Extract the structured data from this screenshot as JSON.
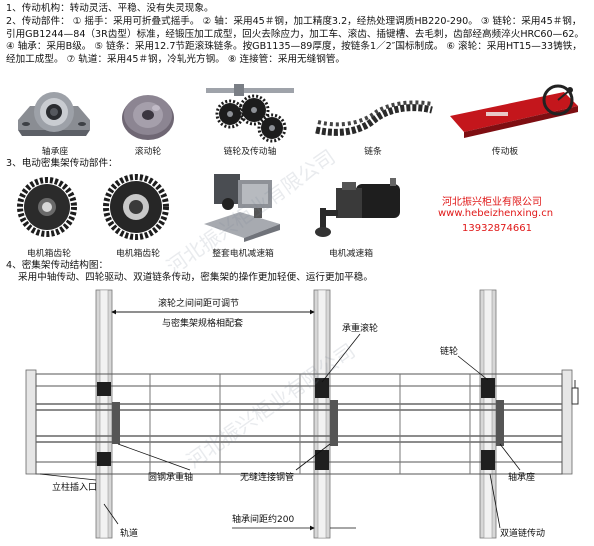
{
  "sections": {
    "s1": "1、传动机构：转动灵活、平稳、没有失灵现象。",
    "s2": "2、传动部件：   ①  摇手：采用可折叠式摇手。    ②  轴：采用45＃钢，加工精度3.2，经热处理调质HB220-290。    ③  链轮：采用45＃钢，引用GB1244—84（3R齿型）标准，经锻压加工成型，回火去除应力，加工车、滚齿、插键槽、去毛刺，齿部经高频淬火HRC60—62。   ④  轴承：采用B级。   ⑤  链条：采用12.7节距滚珠链条。按GB1135—89厚度，按链条1／2″国标制成。   ⑥  滚轮：采用HT15—33铸铁，经加工成型。   ⑦  轨道：采用45＃钢，冷轧光方钢。   ⑧  连接管：采用无缝钢管。",
    "s3": "3、电动密集架传动部件：",
    "s4": "4、密集架传动结构图：",
    "s4_sub": "采用中轴传动、四轮驱动、双道链条传动，密集架的操作更加轻便、运行更加平稳。"
  },
  "parts_row1": [
    "轴承座",
    "滚动轮",
    "链轮及传动轴",
    "链条",
    "传动板"
  ],
  "parts_row2": [
    "电机箱齿轮",
    "电机箱齿轮",
    "整套电机减速箱",
    "电机减速箱"
  ],
  "company": {
    "name": "河北振兴柜业有限公司",
    "url": "www.hebeizhenxing.cn",
    "phone": "13932874661"
  },
  "watermark": "河北振兴柜业有限公司",
  "diagram_labels": {
    "roller_gap_line1": "滚轮之间间距可调节",
    "roller_gap_line2": "与密集架规格相配套",
    "bearing_roller": "承重滚轮",
    "sprocket": "链轮",
    "upright_entry": "立柱插入口",
    "round_steel_shaft": "圆钢承重轴",
    "seamless_tube": "无缝连接钢管",
    "bearing_seat": "轴承座",
    "bearing_spacing": "轴承间距约200",
    "rail": "轨道",
    "double_chain": "双道链传动"
  }
}
